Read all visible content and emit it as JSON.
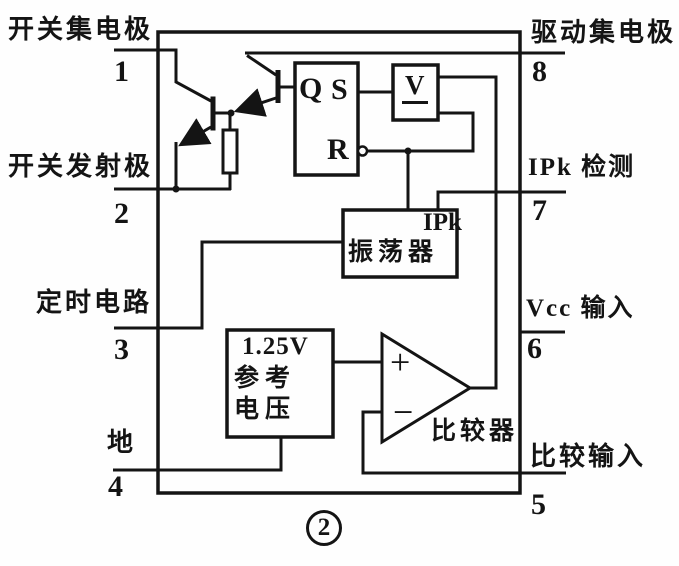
{
  "figure": {
    "number": "2"
  },
  "pins": {
    "p1": {
      "num": "1",
      "label": "开关集电极"
    },
    "p2": {
      "num": "2",
      "label": "开关发射极"
    },
    "p3": {
      "num": "3",
      "label": "定时电路"
    },
    "p4": {
      "num": "4",
      "label": "地"
    },
    "p5": {
      "num": "5",
      "label": "比较输入"
    },
    "p6": {
      "num": "6",
      "label": "Vcc 输入"
    },
    "p7": {
      "num": "7",
      "label": "IPk 检测"
    },
    "p8": {
      "num": "8",
      "label": "驱动集电极"
    }
  },
  "blocks": {
    "latch": {
      "q": "Q",
      "s": "S",
      "r": "R"
    },
    "driver": {
      "label": "V"
    },
    "oscillator": {
      "corner_label": "IPk",
      "name": "振荡器"
    },
    "reference": {
      "value": "1.25V",
      "line2": "参考",
      "line3": "电压"
    },
    "comparator": {
      "plus": "+",
      "minus": "−",
      "name": "比较器"
    }
  },
  "colors": {
    "ink": "#141414",
    "paper": "#fefefe"
  }
}
